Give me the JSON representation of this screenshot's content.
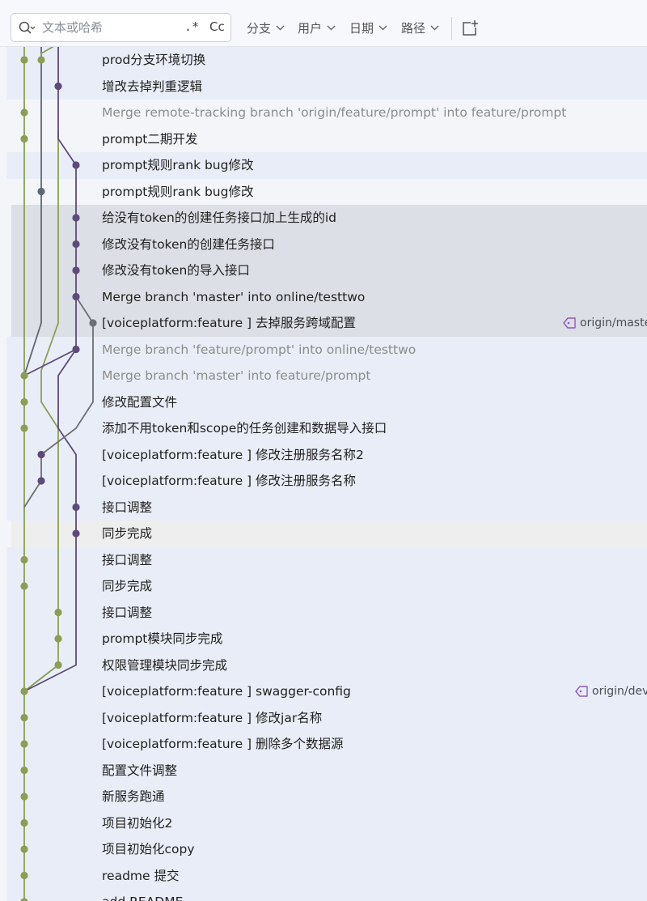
{
  "search": {
    "placeholder": "文本或哈希",
    "regex_label": ".*",
    "case_label": "Cc"
  },
  "filters": [
    {
      "label": "分支"
    },
    {
      "label": "用户"
    },
    {
      "label": "日期"
    },
    {
      "label": "路径"
    }
  ],
  "colors": {
    "lane_green": "#8a9f52",
    "lane_purple": "#5d4a7a",
    "lane_slate": "#5f6677",
    "lane_gray": "#6d6f73",
    "band": "#e9edf7",
    "selected": "#dcdfe5"
  },
  "commits": [
    {
      "message": "prod分支环境切换",
      "bg": "band"
    },
    {
      "message": "增改去掉判重逻辑",
      "bg": "band"
    },
    {
      "message": "Merge remote-tracking branch 'origin/feature/prompt' into feature/prompt",
      "bg": "dim",
      "muted": true
    },
    {
      "message": "prompt二期开发",
      "bg": "dim"
    },
    {
      "message": "prompt规则rank bug修改",
      "bg": "band"
    },
    {
      "message": "prompt规则rank bug修改",
      "bg": "dim"
    },
    {
      "message": "给没有token的创建任务接口加上生成的id",
      "bg": "sel"
    },
    {
      "message": "修改没有token的创建任务接口",
      "bg": "sel"
    },
    {
      "message": "修改没有token的导入接口",
      "bg": "sel"
    },
    {
      "message": "Merge branch 'master' into online/testtwo",
      "bg": "sel"
    },
    {
      "message": "[voiceplatform:feature ] 去掉服务跨域配置",
      "bg": "sel",
      "tag": "origin/master"
    },
    {
      "message": "Merge branch 'feature/prompt' into online/testtwo",
      "bg": "band",
      "muted": true
    },
    {
      "message": "Merge branch 'master' into feature/prompt",
      "bg": "band",
      "muted": true
    },
    {
      "message": "修改配置文件",
      "bg": "band"
    },
    {
      "message": "添加不用token和scope的任务创建和数据导入接口",
      "bg": "band"
    },
    {
      "message": "[voiceplatform:feature ] 修改注册服务名称2",
      "bg": "band"
    },
    {
      "message": "[voiceplatform:feature ] 修改注册服务名称",
      "bg": "band"
    },
    {
      "message": "接口调整",
      "bg": "band"
    },
    {
      "message": "同步完成",
      "bg": "hov"
    },
    {
      "message": "接口调整",
      "bg": "band"
    },
    {
      "message": "同步完成",
      "bg": "band"
    },
    {
      "message": "接口调整",
      "bg": "band"
    },
    {
      "message": "prompt模块同步完成",
      "bg": "band"
    },
    {
      "message": "权限管理模块同步完成",
      "bg": "band"
    },
    {
      "message": "[voiceplatform:feature ] swagger-config",
      "bg": "band",
      "tag": "origin/dev"
    },
    {
      "message": "[voiceplatform:feature ] 修改jar名称",
      "bg": "band"
    },
    {
      "message": "[voiceplatform:feature ] 删除多个数据源",
      "bg": "band"
    },
    {
      "message": "配置文件调整",
      "bg": "band"
    },
    {
      "message": "新服务跑通",
      "bg": "band"
    },
    {
      "message": "项目初始化2",
      "bg": "band"
    },
    {
      "message": "项目初始化copy",
      "bg": "band"
    },
    {
      "message": "readme 提交",
      "bg": "band"
    },
    {
      "message": "add README",
      "bg": "band"
    }
  ]
}
